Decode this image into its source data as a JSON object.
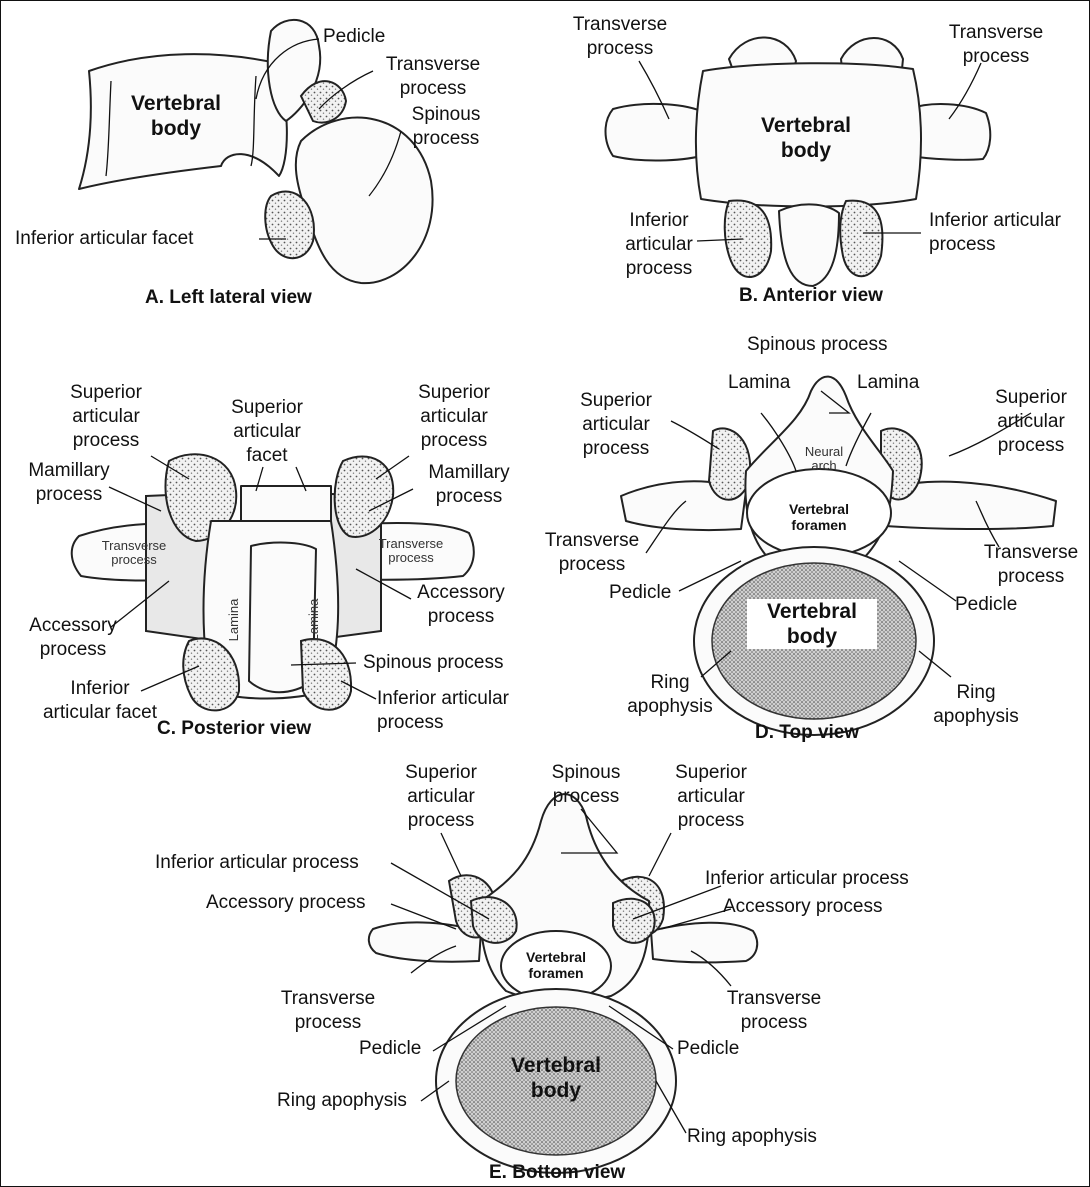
{
  "views": {
    "A": {
      "caption": "A. Left lateral view",
      "labels": {
        "pedicle": "Pedicle",
        "transverse": "Transverse\nprocess",
        "spinous": "Spinous\nprocess",
        "body": "Vertebral\nbody",
        "inf_facet": "Inferior articular facet"
      }
    },
    "B": {
      "caption": "B. Anterior view",
      "labels": {
        "transverse_l": "Transverse\nprocess",
        "transverse_r": "Transverse\nprocess",
        "body": "Vertebral\nbody",
        "inf_l": "Inferior\narticular\nprocess",
        "inf_r": "Inferior articular\nprocess"
      }
    },
    "C": {
      "caption": "C. Posterior view",
      "labels": {
        "sup_proc_l": "Superior\narticular\nprocess",
        "sup_facet": "Superior\narticular\nfacet",
        "sup_proc_r": "Superior\narticular\nprocess",
        "mam_l": "Mamillary\nprocess",
        "mam_r": "Mamillary\nprocess",
        "trans_l": "Transverse\nprocess",
        "trans_r": "Transverse\nprocess",
        "acc_l": "Accessory\nprocess",
        "acc_r": "Accessory\nprocess",
        "lamina_l": "Lamina",
        "lamina_r": "Lamina",
        "spinous": "Spinous process",
        "inf_facet": "Inferior\narticular facet",
        "inf_proc": "Inferior articular\nprocess"
      }
    },
    "D": {
      "caption": "D. Top view",
      "labels": {
        "spinous": "Spinous process",
        "lamina_l": "Lamina",
        "lamina_r": "Lamina",
        "sup_l": "Superior\narticular\nprocess",
        "sup_r": "Superior\narticular\nprocess",
        "neural_arch": "Neural\narch",
        "foramen": "Vertebral\nforamen",
        "trans_l": "Transverse\nprocess",
        "trans_r": "Transverse\nprocess",
        "pedicle_l": "Pedicle",
        "pedicle_r": "Pedicle",
        "body": "Vertebral\nbody",
        "ring_l": "Ring\napophysis",
        "ring_r": "Ring\napophysis"
      }
    },
    "E": {
      "caption": "E. Bottom view",
      "labels": {
        "sup_l": "Superior\narticular\nprocess",
        "spinous": "Spinous\nprocess",
        "sup_r": "Superior\narticular\nprocess",
        "inf_l": "Inferior articular process",
        "inf_r": "Inferior articular process",
        "acc_l": "Accessory process",
        "acc_r": "Accessory process",
        "foramen": "Vertebral\nforamen",
        "trans_l": "Transverse\nprocess",
        "trans_r": "Transverse\nprocess",
        "pedicle_l": "Pedicle",
        "pedicle_r": "Pedicle",
        "body": "Vertebral\nbody",
        "ring_l": "Ring apophysis",
        "ring_r": "Ring apophysis"
      }
    }
  }
}
